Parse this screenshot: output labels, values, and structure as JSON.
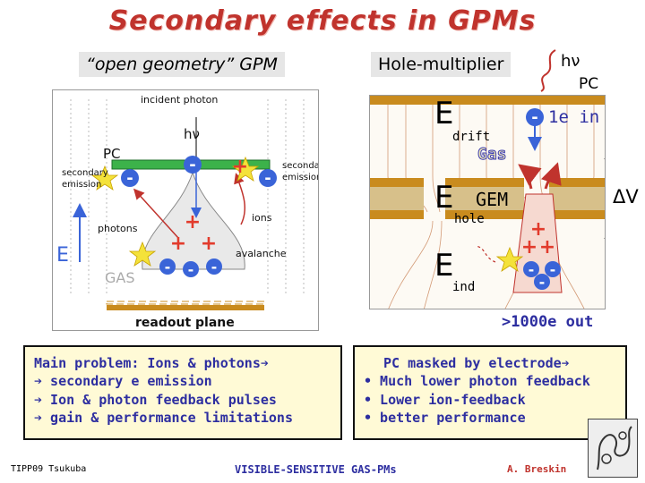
{
  "title": "Secondary effects in GPMs",
  "labels": {
    "open_geometry": "“open geometry” GPM",
    "hole_multiplier": "Hole-multiplier",
    "hv": "hν",
    "pc": "PC"
  },
  "left_diagram": {
    "incident_photon": "incident photon",
    "hv": "hν",
    "pc": "PC",
    "secondary_emission_left": [
      "secondary",
      "emission"
    ],
    "secondary_emission_right": [
      "secondary",
      "emission"
    ],
    "photons": "photons",
    "ions": "ions",
    "avalanche": "avalanche",
    "field": "E",
    "gas": "GAS",
    "readout_plane": "readout plane"
  },
  "right_diagram": {
    "e_drift": "E",
    "drift_sub": "drift",
    "gas": "Gas",
    "e_hole": "E",
    "hole_sub": "hole",
    "gem": "GEM",
    "e_ind": "E",
    "ind_sub": "ind",
    "one_e_in": "1e in",
    "delta_v": "ΔV",
    "out": ">1000e out"
  },
  "box_left": {
    "lines": [
      "Main problem: Ions & photons➔",
      "➔ secondary e emission",
      "➔ Ion & photon feedback pulses",
      "➔ gain & performance limitations"
    ]
  },
  "box_right": {
    "lines": [
      "PC masked by electrode➔",
      "• Much lower photon feedback",
      "• Lower ion-feedback",
      "• better performance"
    ]
  },
  "footer": {
    "left": "TIPP09 Tsukuba",
    "center": "VISIBLE-SENSITIVE GAS-PMs",
    "right": "A. Breskin"
  },
  "colors": {
    "title": "#c0332d",
    "text_blue": "#2d2ea0",
    "box_fill": "#fffad6",
    "pc_green": "#3cb24a",
    "electrode_gold": "#c98b1e",
    "ion_red": "#e23b2c",
    "electron_blue": "#3a64d8"
  }
}
